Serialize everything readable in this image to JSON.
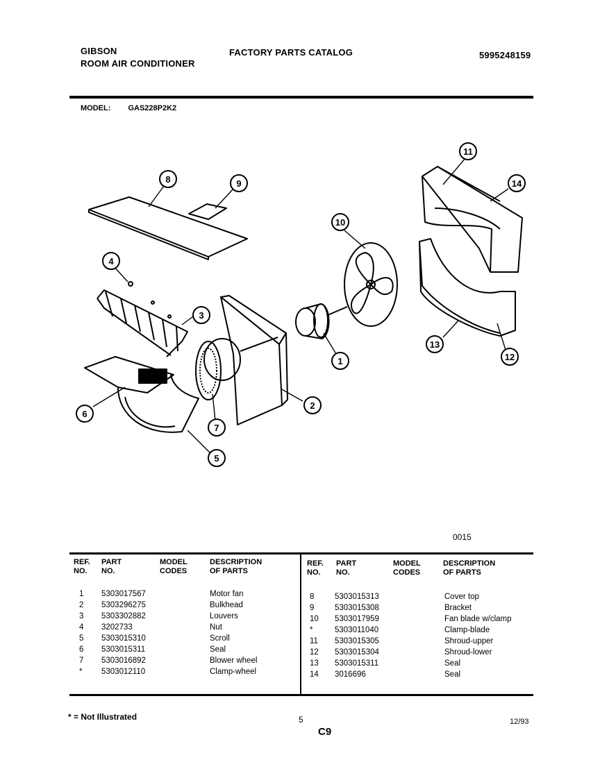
{
  "header": {
    "brand": "GIBSON",
    "product": "ROOM AIR CONDITIONER",
    "catalog": "FACTORY PARTS CATALOG",
    "publication_no": "5995248159"
  },
  "model": {
    "label": "MODEL:",
    "value": "GAS228P2K2"
  },
  "diagram": {
    "figure_code": "0015",
    "callouts": [
      "1",
      "2",
      "3",
      "4",
      "5",
      "6",
      "7",
      "8",
      "9",
      "10",
      "11",
      "12",
      "13",
      "14"
    ]
  },
  "table": {
    "headers": {
      "ref": [
        "REF.",
        "NO."
      ],
      "part": [
        "PART",
        "NO."
      ],
      "model": [
        "MODEL",
        "CODES"
      ],
      "desc": [
        "DESCRIPTION",
        "OF PARTS"
      ]
    },
    "left": [
      {
        "ref": "1",
        "part": "5303017567",
        "codes": "",
        "desc": "Motor fan"
      },
      {
        "ref": "2",
        "part": "5303296275",
        "codes": "",
        "desc": "Bulkhead"
      },
      {
        "ref": "3",
        "part": "5303302882",
        "codes": "",
        "desc": "Louvers"
      },
      {
        "ref": "4",
        "part": "3202733",
        "codes": "",
        "desc": "Nut"
      },
      {
        "ref": "5",
        "part": "5303015310",
        "codes": "",
        "desc": "Scroll"
      },
      {
        "ref": "6",
        "part": "5303015311",
        "codes": "",
        "desc": "Seal"
      },
      {
        "ref": "7",
        "part": "5303016892",
        "codes": "",
        "desc": "Blower wheel"
      },
      {
        "ref": "*",
        "part": "5303012110",
        "codes": "",
        "desc": "Clamp-wheel"
      }
    ],
    "right": [
      {
        "ref": "8",
        "part": "5303015313",
        "codes": "",
        "desc": "Cover top"
      },
      {
        "ref": "9",
        "part": "5303015308",
        "codes": "",
        "desc": "Bracket"
      },
      {
        "ref": "10",
        "part": "5303017959",
        "codes": "",
        "desc": "Fan blade w/clamp"
      },
      {
        "ref": "*",
        "part": "5303011040",
        "codes": "",
        "desc": "Clamp-blade"
      },
      {
        "ref": "11",
        "part": "5303015305",
        "codes": "",
        "desc": "Shroud-upper"
      },
      {
        "ref": "12",
        "part": "5303015304",
        "codes": "",
        "desc": "Shroud-lower"
      },
      {
        "ref": "13",
        "part": "5303015311",
        "codes": "",
        "desc": "Seal"
      },
      {
        "ref": "14",
        "part": "3016696",
        "codes": "",
        "desc": "Seal"
      }
    ]
  },
  "footer": {
    "note": "* = Not Illustrated",
    "page": "5",
    "code": "C9",
    "date": "12/93"
  }
}
